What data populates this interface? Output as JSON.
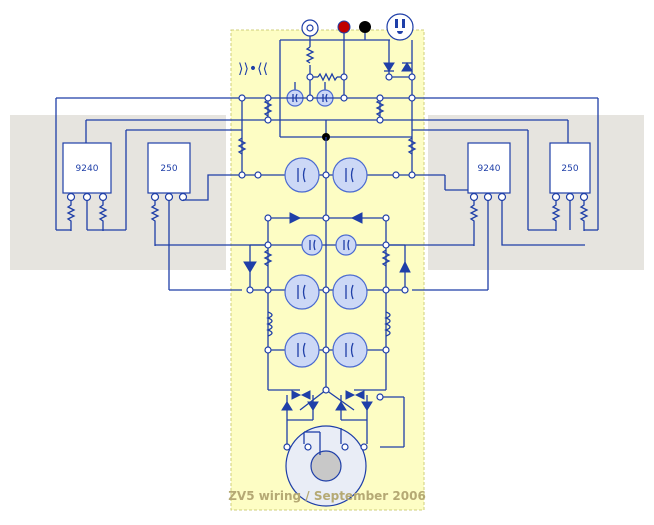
{
  "colors": {
    "panel": "#fdfdc4",
    "panel_border": "#cfcf7a",
    "side_panel": "#e6e4df",
    "wire": "#1f3fa8",
    "capacitor_fill": "#ccd8f6",
    "motor_fill": "#e9edf6",
    "hub_fill": "#c8c8c8",
    "red_terminal": "#c00000",
    "black_terminal": "#000000",
    "caption": "#b5a974"
  },
  "modules": {
    "left_a": {
      "label": "9240"
    },
    "left_b": {
      "label": "250"
    },
    "right_a": {
      "label": "9240"
    },
    "right_b": {
      "label": "250"
    }
  },
  "caption": "ZV5 wiring / September 2006"
}
